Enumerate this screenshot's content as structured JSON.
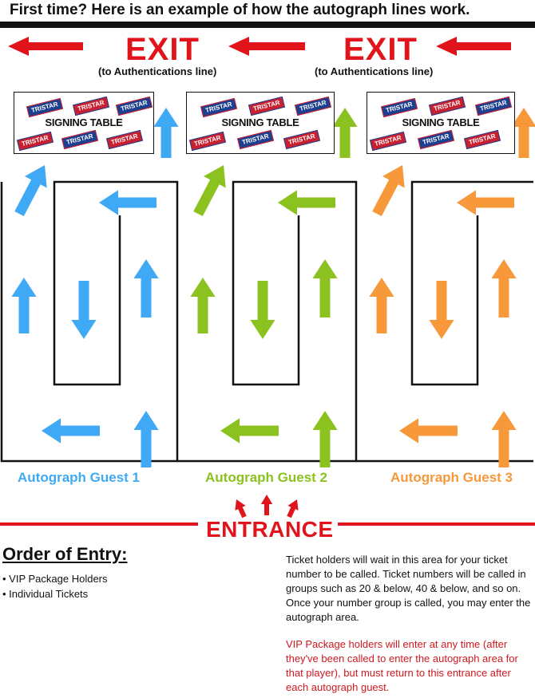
{
  "header": {
    "title": "First time? Here is an example of how the autograph lines work."
  },
  "exits": [
    {
      "label": "EXIT",
      "sublabel": "(to Authentications line)"
    },
    {
      "label": "EXIT",
      "sublabel": "(to Authentications line)"
    }
  ],
  "signing_table_label": "SIGNING TABLE",
  "logo_text": "TRISTAR",
  "guests": [
    {
      "label": "Autograph Guest 1",
      "color": "#3fa9f5"
    },
    {
      "label": "Autograph Guest 2",
      "color": "#8cc21f"
    },
    {
      "label": "Autograph Guest 3",
      "color": "#f7983a"
    }
  ],
  "colors": {
    "exit_red": "#e1141c",
    "line_black": "#111111",
    "vip_red": "#d01820"
  },
  "entrance": {
    "label": "ENTRANCE"
  },
  "order": {
    "title": "Order of Entry:",
    "items": [
      "VIP Package Holders",
      "Individual Tickets"
    ]
  },
  "info": {
    "text": "Ticket holders will wait in this area for your ticket number to be called. Ticket numbers will be called in groups such as 20 & below, 40 & below, and so on. Once your number group is called, you may enter the autograph area.",
    "vip_note": "VIP Package holders will enter at any time (after they've been called to enter the autograph area for that player), but must return to this entrance after each autograph guest."
  }
}
